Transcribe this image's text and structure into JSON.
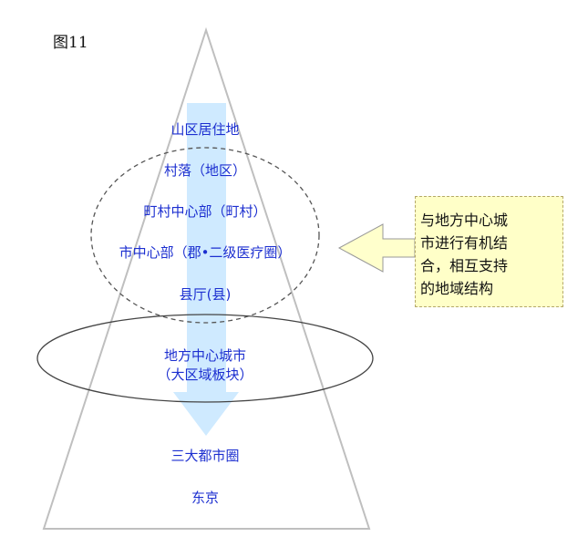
{
  "figure_label": "图11",
  "levels": [
    "山区居住地",
    "村落（地区）",
    "町村中心部（町村）",
    "市中心部（郡•二级医疗圈）",
    "县厅(县)",
    "地方中心城市",
    "（大区域板块）",
    "三大都市圈",
    "东京"
  ],
  "callout": {
    "lines": [
      "与地方中心城",
      "市进行有机结",
      "合，相互支持",
      "的地域结构"
    ]
  },
  "colors": {
    "level_text": "#1c2fd0",
    "flow_arrow": "#cfeaff",
    "callout_fill": "#ffffc8",
    "callout_arrow_fill": "#ffffcc",
    "pyramid_stroke": "#bfbfbf",
    "ellipse_stroke": "#444444"
  }
}
